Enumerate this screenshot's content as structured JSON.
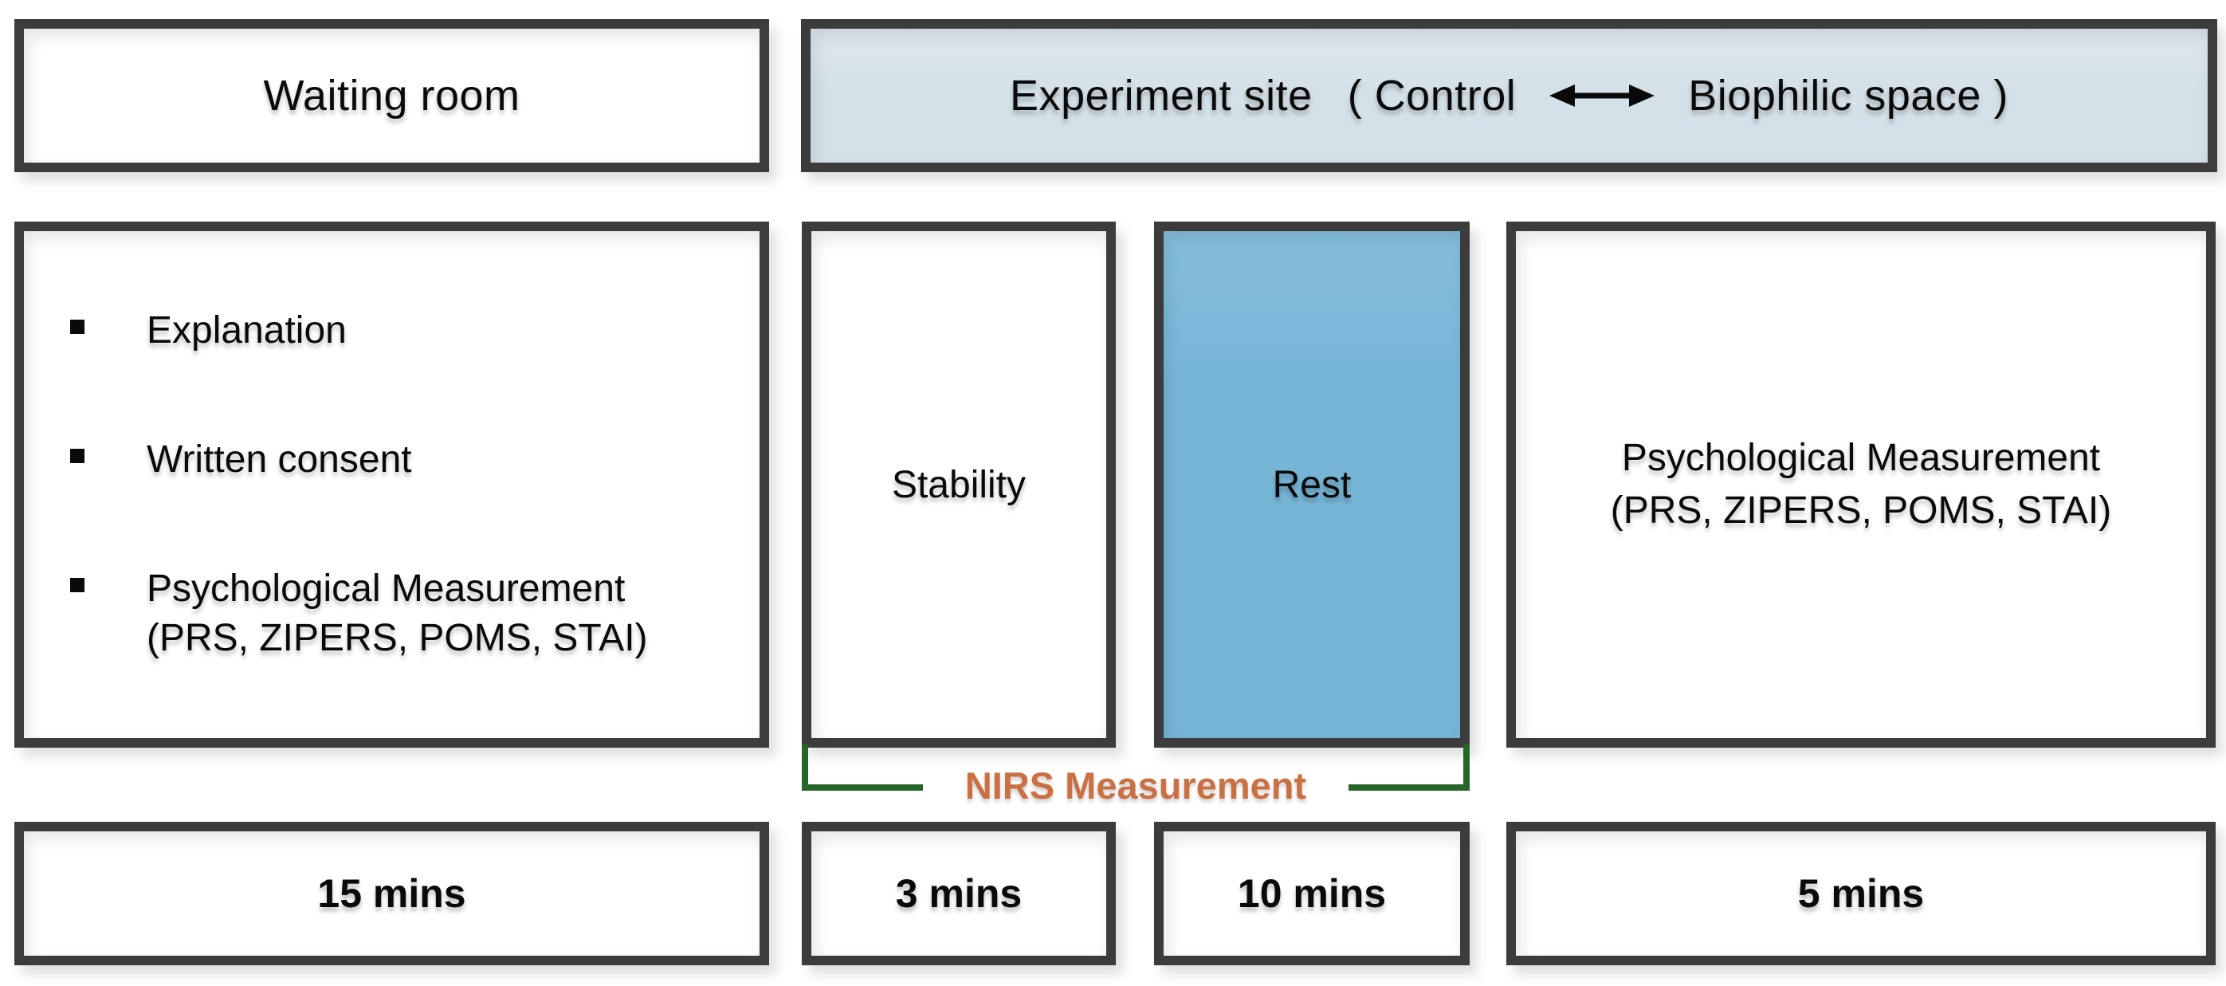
{
  "colors": {
    "border_gray": "#3c3c3c",
    "header_blue": "#d5e1e8",
    "rest_blue": "#77b5d7",
    "nirs_orange": "#ca7144",
    "bracket_green": "#266628"
  },
  "icons": {
    "double_arrow": "⟷",
    "bullet": "▪"
  },
  "header": {
    "waiting_room": "Waiting room",
    "site_prefix": "Experiment site",
    "site_control": "( Control",
    "site_biophilic": "Biophilic space )"
  },
  "waiting_details": {
    "items": [
      {
        "text": "Explanation",
        "subtext": ""
      },
      {
        "text": "Written consent",
        "subtext": ""
      },
      {
        "text": "Psychological Measurement",
        "subtext": "(PRS, ZIPERS, POMS, STAI)"
      }
    ]
  },
  "phases": {
    "stability": "Stability",
    "rest": "Rest",
    "psych_line1": "Psychological Measurement",
    "psych_line2": "(PRS, ZIPERS, POMS, STAI)"
  },
  "nirs": {
    "label": "NIRS Measurement"
  },
  "durations": {
    "waiting": "15 mins",
    "stability": "3 mins",
    "rest": "10 mins",
    "psych": "5 mins"
  }
}
